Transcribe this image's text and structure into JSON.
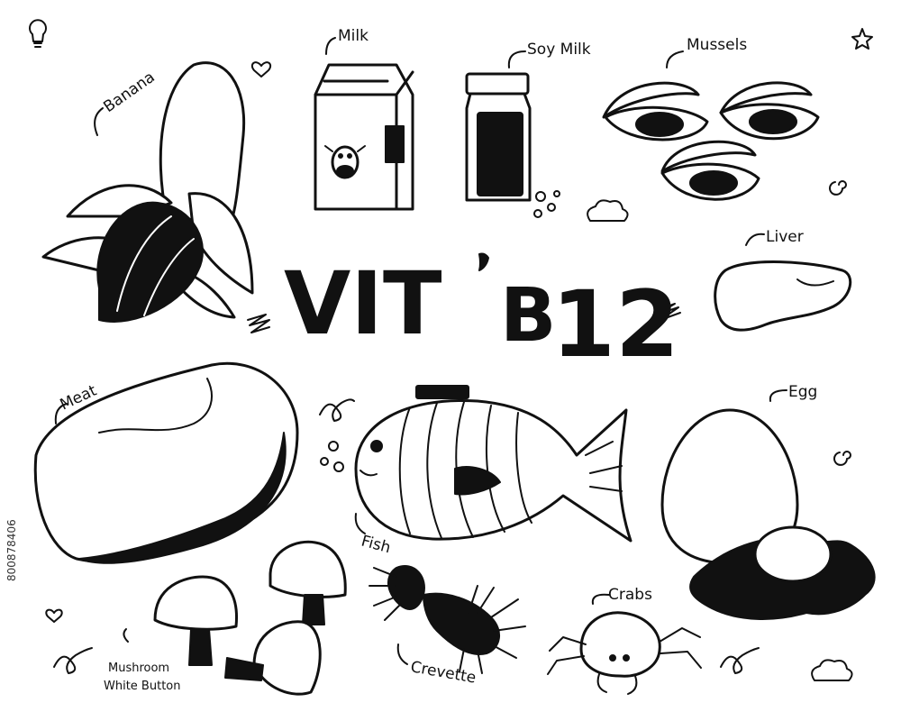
{
  "title": {
    "prefix": "VIT",
    "letter": "B",
    "number": "12"
  },
  "labels": {
    "banana": "Banana",
    "milk": "Milk",
    "soy_milk": "Soy Milk",
    "mussels": "Mussels",
    "liver": "Liver",
    "meat": "Meat",
    "fish": "Fish",
    "egg": "Egg",
    "mushroom_line1": "Mushroom",
    "mushroom_line2": "White Button",
    "crevette": "Crevette",
    "crabs": "Crabs"
  },
  "watermark": {
    "id": "800878406"
  },
  "colors": {
    "ink": "#111111",
    "paper": "#ffffff"
  }
}
